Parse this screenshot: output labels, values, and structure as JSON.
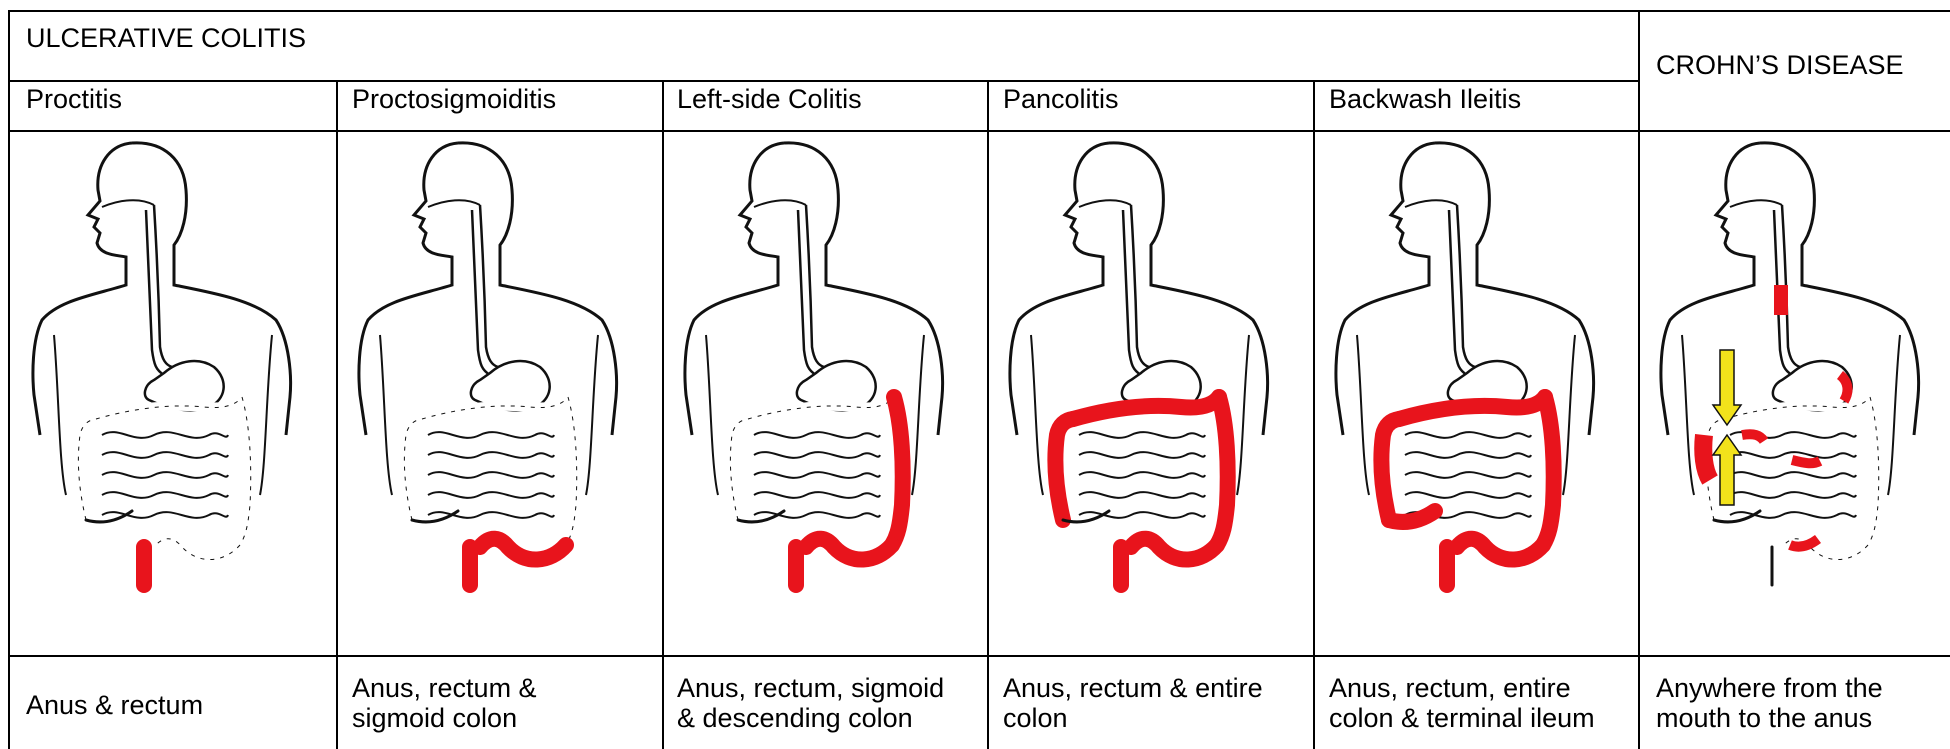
{
  "header": {
    "uc_title": "ULCERATIVE COLITIS",
    "cd_title": "CROHN’S DISEASE"
  },
  "columns": [
    {
      "name": "Proctitis",
      "description": "Anus & rectum",
      "highlight": [
        "rectum"
      ]
    },
    {
      "name": "Proctosigmoiditis",
      "description": "Anus, rectum &\nsigmoid colon",
      "highlight": [
        "rectum",
        "sigmoid"
      ]
    },
    {
      "name": "Left-side Colitis",
      "description": "Anus, rectum, sigmoid\n& descending colon",
      "highlight": [
        "rectum",
        "sigmoid",
        "descending"
      ]
    },
    {
      "name": "Pancolitis",
      "description": "Anus, rectum & entire\ncolon",
      "highlight": [
        "rectum",
        "sigmoid",
        "descending",
        "transverse",
        "ascending"
      ]
    },
    {
      "name": "Backwash Ileitis",
      "description": "Anus, rectum, entire\ncolon & terminal ileum",
      "highlight": [
        "rectum",
        "sigmoid",
        "descending",
        "transverse",
        "ascending",
        "ileum"
      ]
    },
    {
      "name": "",
      "description": "Anywhere from the\nmouth to the anus",
      "highlight": [
        "patches"
      ]
    }
  ],
  "colors": {
    "inflamed": "#e8141c",
    "arrow": "#f2e21b",
    "outline": "#111111"
  }
}
